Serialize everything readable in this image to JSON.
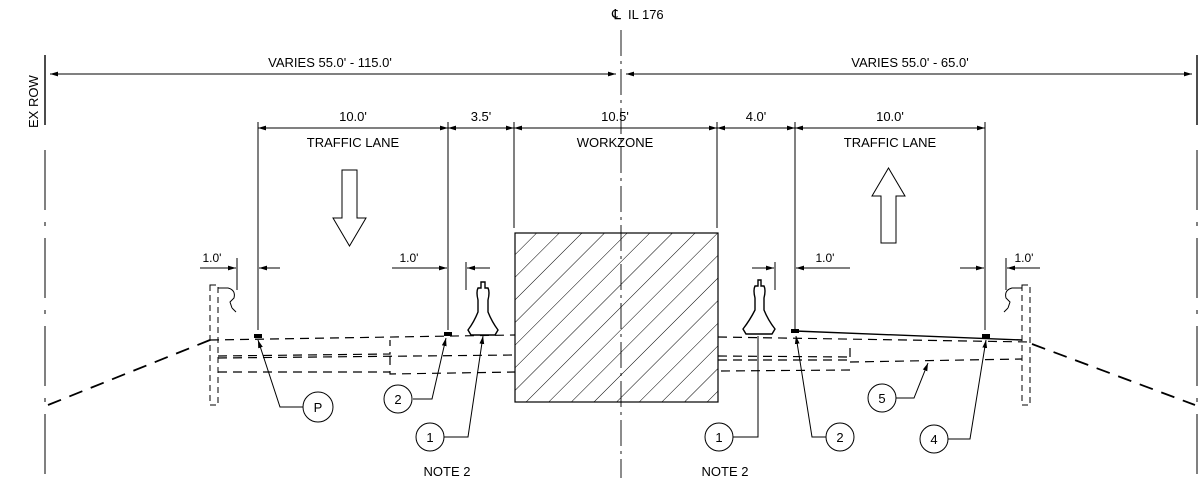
{
  "centerline": {
    "symbol": "℄",
    "label": "IL 176"
  },
  "row_label": "EX ROW",
  "overall_dims": {
    "left": "VARIES 55.0' - 115.0'",
    "right": "VARIES 55.0' - 65.0'"
  },
  "lane_dims": {
    "left_lane": "10.0'",
    "left_buffer": "3.5'",
    "workzone": "10.5'",
    "right_buffer": "4.0'",
    "right_lane": "10.0'"
  },
  "zone_labels": {
    "left_lane": "TRAFFIC LANE",
    "workzone": "WORKZONE",
    "right_lane": "TRAFFIC LANE"
  },
  "offset_dims": {
    "d1": "1.0'",
    "d2": "1.0'",
    "d3": "1.0'",
    "d4": "1.0'"
  },
  "callouts": {
    "p": "P",
    "c2_left": "2",
    "c1_left": "1",
    "c1_right": "1",
    "c2_right": "2",
    "c5": "5",
    "c4": "4"
  },
  "notes": {
    "left": "NOTE 2",
    "right": "NOTE 2"
  }
}
